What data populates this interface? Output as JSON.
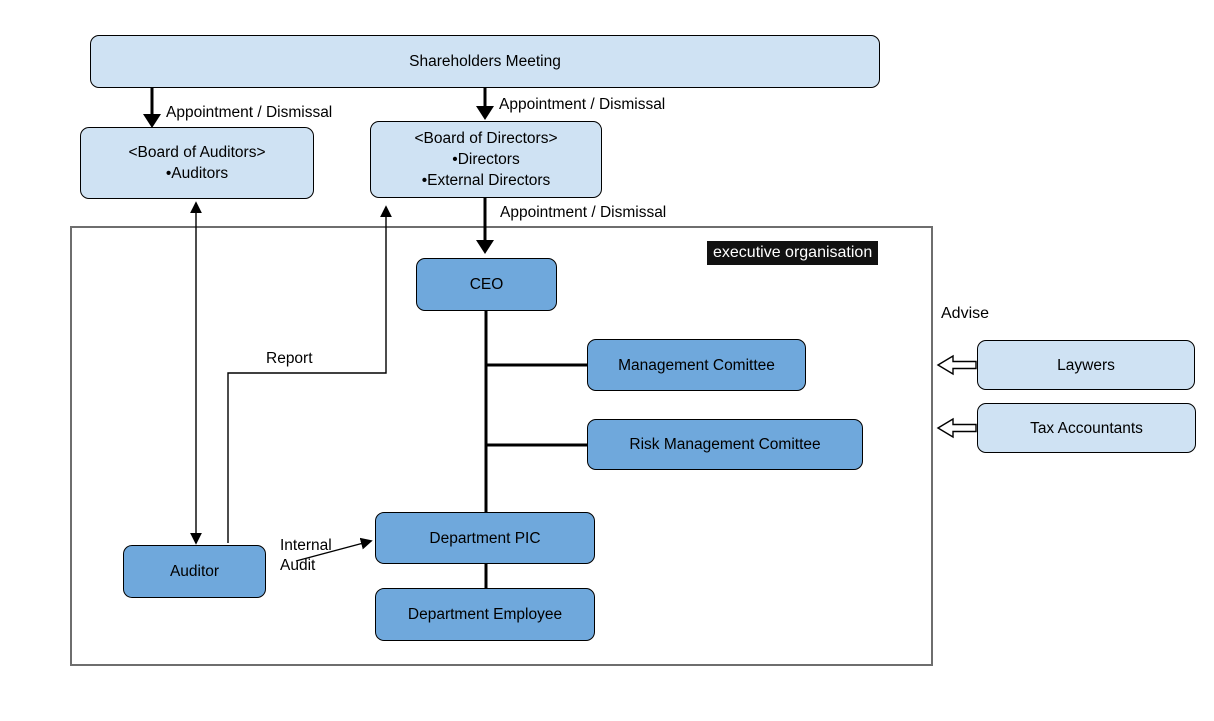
{
  "diagram": {
    "exec_label": "executive organisation",
    "nodes": {
      "shareholders": "Shareholders Meeting",
      "board_auditors": {
        "line1": "<Board of Auditors>",
        "line2": "•Auditors"
      },
      "board_directors": {
        "line1": "<Board of Directors>",
        "line2": "•Directors",
        "line3": "•External Directors"
      },
      "ceo": "CEO",
      "management_comittee": "Management Comittee",
      "risk_comittee": "Risk Management Comittee",
      "department_pic": "Department PIC",
      "department_employee": "Department Employee",
      "auditor": "Auditor",
      "lawyers": "Laywers",
      "tax_accountants": "Tax Accountants"
    },
    "edge_labels": {
      "appt_left": "Appointment / Dismissal",
      "appt_center": "Appointment / Dismissal",
      "appt_ceo": "Appointment / Dismissal",
      "report": "Report",
      "internal_audit_1": "Internal",
      "internal_audit_2": "Audit",
      "advise": "Advise"
    },
    "colors": {
      "light_box": "#cfe2f3",
      "dark_box": "#6fa8dc",
      "box_border": "#000000",
      "frame_border": "#6e6e6e",
      "exec_label_bg": "#111111",
      "exec_label_fg": "#ffffff",
      "connector": "#000000"
    }
  }
}
